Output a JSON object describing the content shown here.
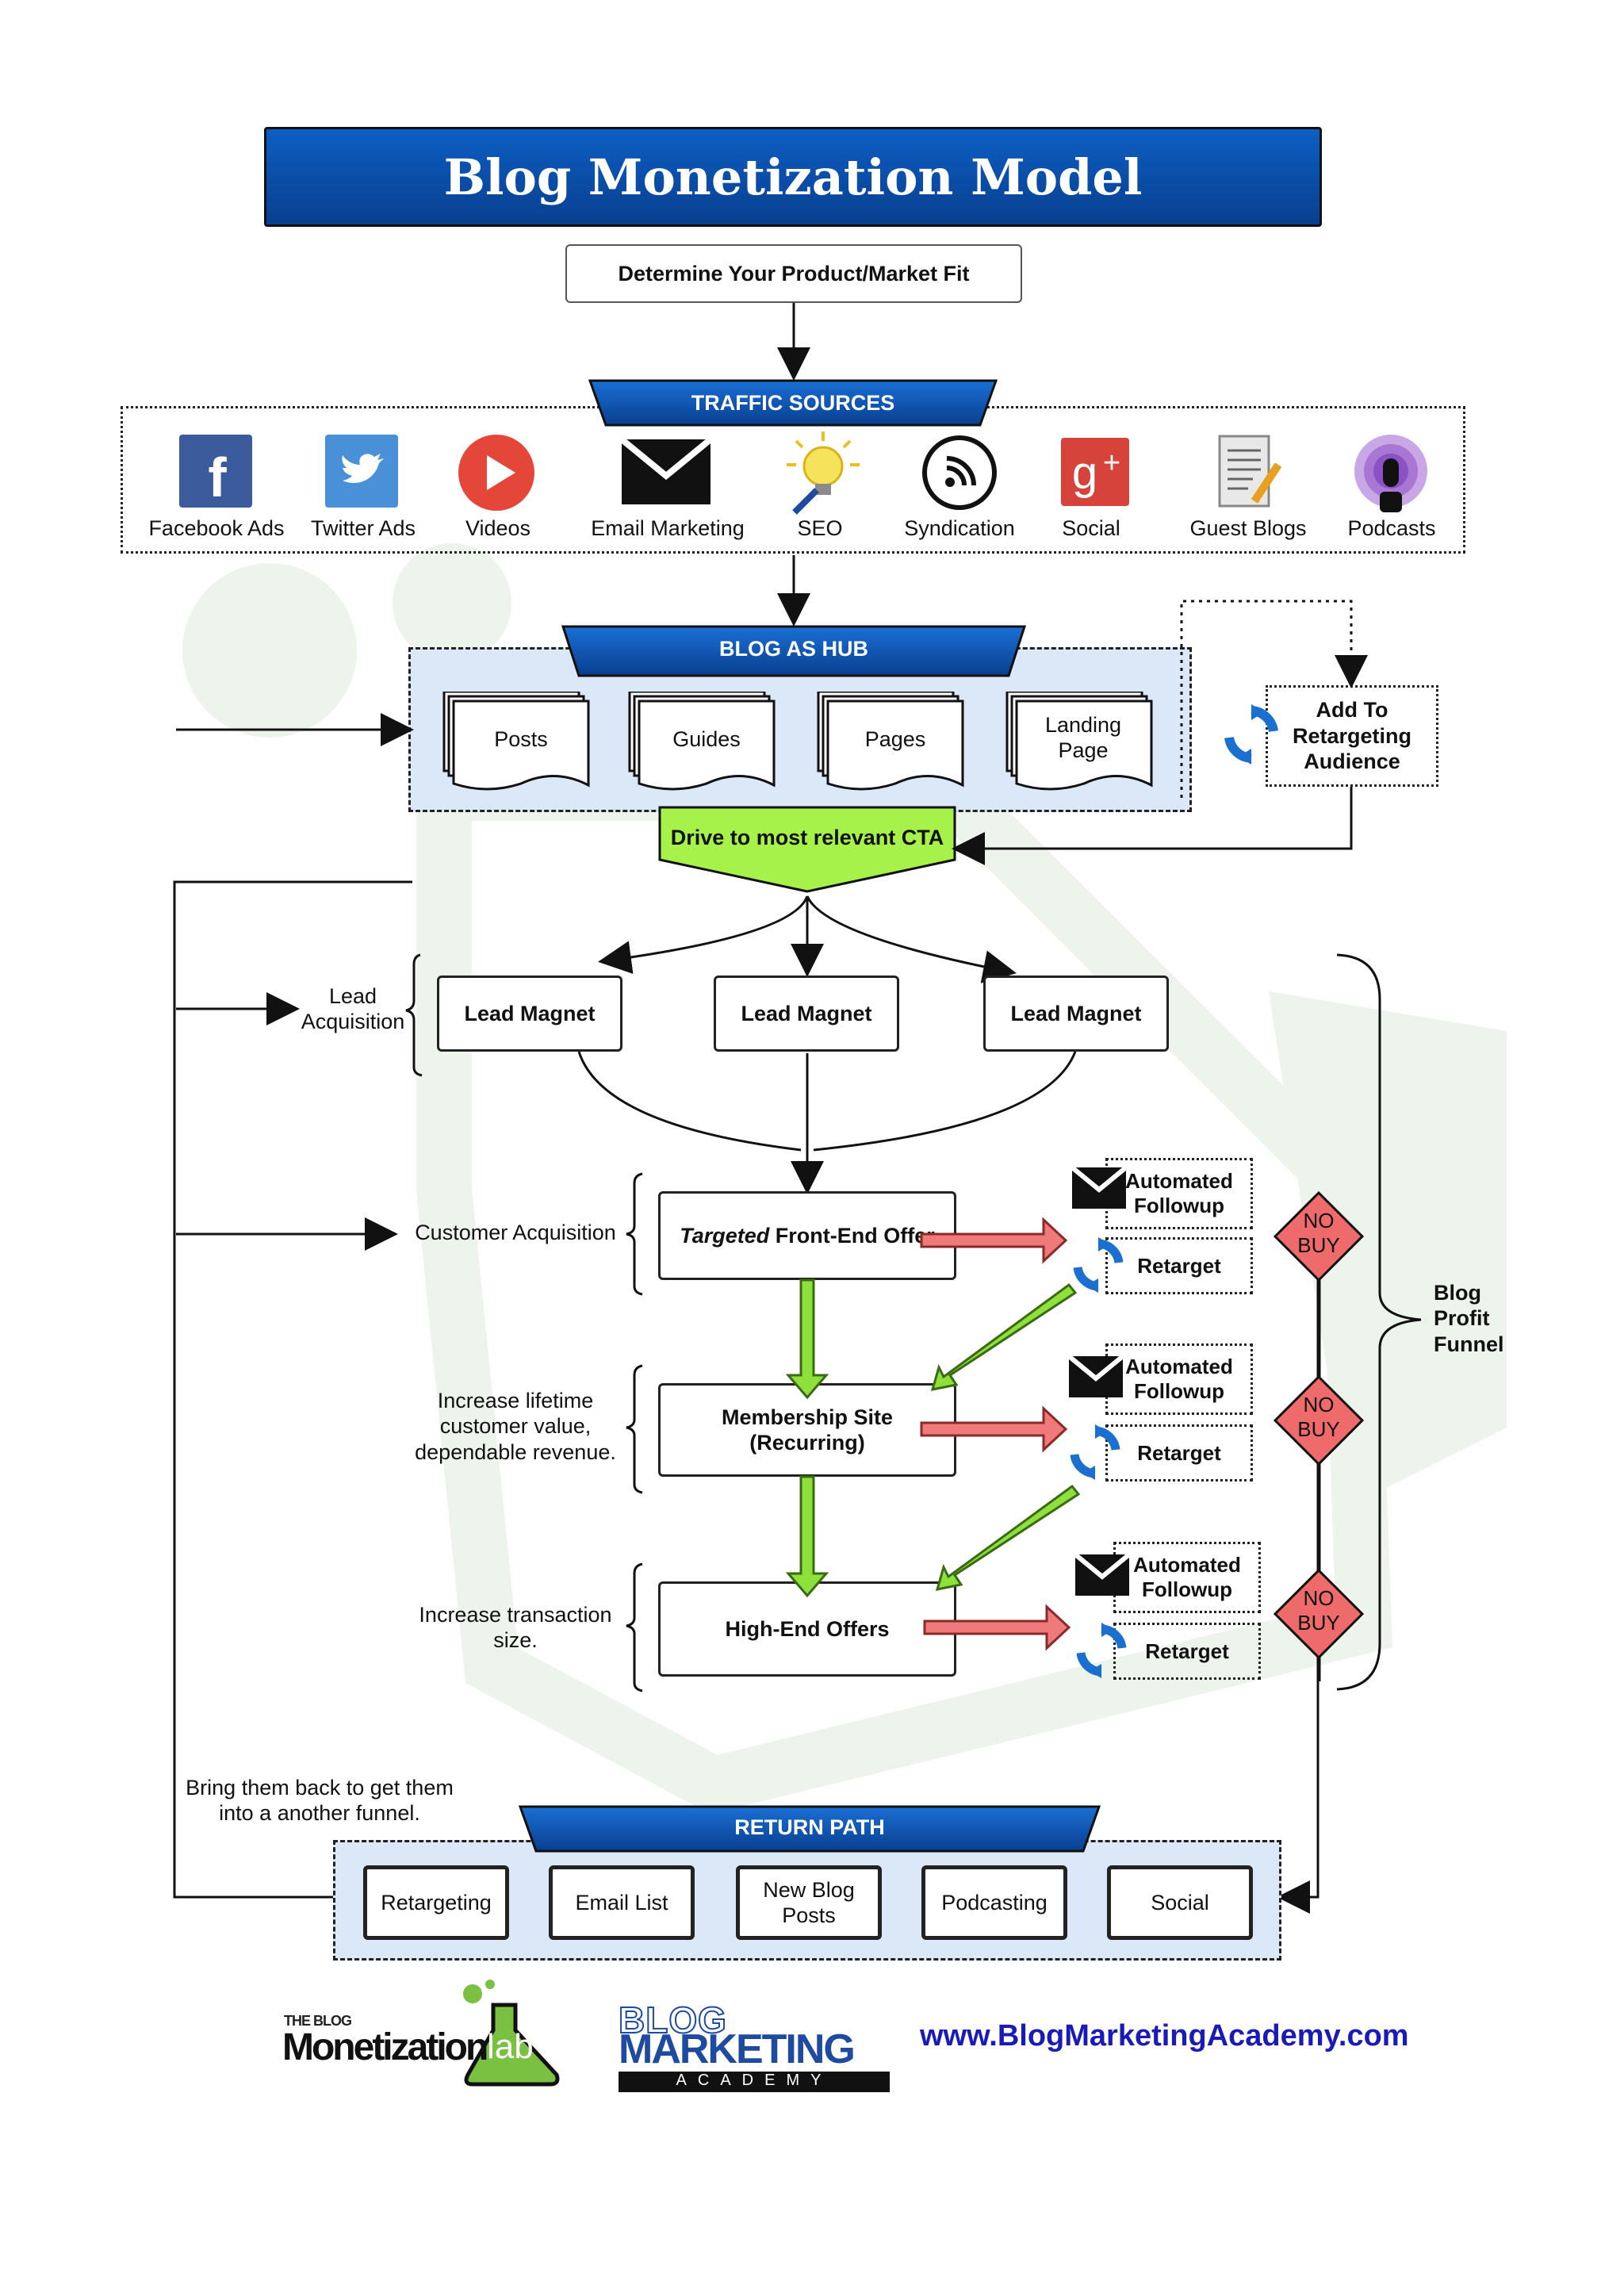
{
  "title": "Blog Monetization Model",
  "product_market_fit": "Determine Your Product/Market Fit",
  "traffic": {
    "header": "TRAFFIC SOURCES",
    "sources": [
      {
        "label": "Facebook Ads",
        "icon": "facebook-icon"
      },
      {
        "label": "Twitter Ads",
        "icon": "twitter-icon"
      },
      {
        "label": "Videos",
        "icon": "video-play-icon"
      },
      {
        "label": "Email Marketing",
        "icon": "envelope-icon"
      },
      {
        "label": "SEO",
        "icon": "lightbulb-icon"
      },
      {
        "label": "Syndication",
        "icon": "rss-icon"
      },
      {
        "label": "Social",
        "icon": "google-plus-icon"
      },
      {
        "label": "Guest Blogs",
        "icon": "document-pencil-icon"
      },
      {
        "label": "Podcasts",
        "icon": "podcast-microphone-icon"
      }
    ]
  },
  "hub": {
    "header": "BLOG AS HUB",
    "items": [
      "Posts",
      "Guides",
      "Pages",
      "Landing Page"
    ]
  },
  "retargeting_audience": "Add To Retargeting Audience",
  "cta": "Drive to most relevant CTA",
  "lead_acquisition": "Lead Acquisition",
  "lead_magnets": [
    "Lead Magnet",
    "Lead Magnet",
    "Lead Magnet"
  ],
  "customer_acquisition": "Customer Acquisition",
  "front_end_offer": {
    "italic": "Targeted",
    "rest": " Front-End Offer"
  },
  "increase_ltv": "Increase lifetime customer value, dependable revenue.",
  "membership_site": "Membership Site (Recurring)",
  "increase_transaction": "Increase transaction size.",
  "high_end_offers": "High-End Offers",
  "followup": {
    "automated": "Automated Followup",
    "retarget": "Retarget"
  },
  "no_buy": [
    "NO",
    "BUY"
  ],
  "blog_profit_funnel": "Blog Profit Funnel",
  "bring_back": "Bring them back to get them into a another funnel.",
  "return_path": {
    "header": "RETURN PATH",
    "items": [
      "Retargeting",
      "Email List",
      "New Blog Posts",
      "Podcasting",
      "Social"
    ]
  },
  "logos": {
    "lab_small": "THE BLOG",
    "lab_main": "Monetization",
    "lab_suffix": "lab",
    "bma_line1": "BLOG",
    "bma_line2": "MARKETING",
    "bma_line3": "ACADEMY"
  },
  "website": "www.BlogMarketingAcademy.com",
  "colors": {
    "banner_blue": "#0a4fa8",
    "cta_green": "#a6f24a",
    "flow_green": "#8ee03a",
    "flow_red": "#f07a7a",
    "nobuy_red": "#ef6a6a",
    "hub_fill": "#dbe8f8",
    "website_blue": "#1a1ab8"
  }
}
